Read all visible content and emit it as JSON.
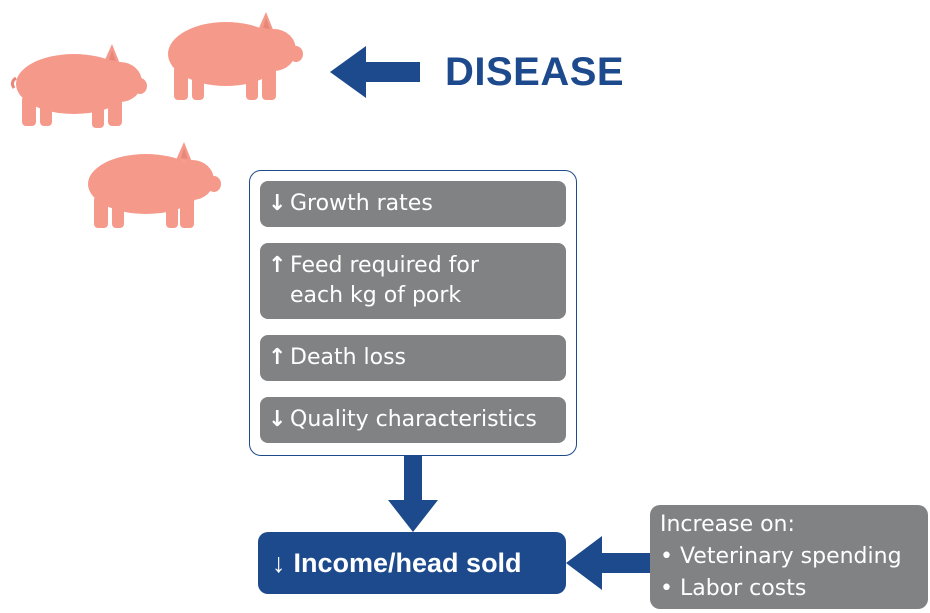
{
  "title": "DISEASE",
  "effects": [
    {
      "arrow": "↓",
      "text": "Growth rates"
    },
    {
      "arrow": "↑",
      "text": "Feed required for\neach kg of pork"
    },
    {
      "arrow": "↑",
      "text": "Death loss"
    },
    {
      "arrow": "↓",
      "text": "Quality characteristics"
    }
  ],
  "result": {
    "arrow": "↓",
    "text": "Income/head sold"
  },
  "costs": {
    "heading": "Increase on:",
    "items": [
      "• Veterinary spending",
      "• Labor costs"
    ]
  },
  "colors": {
    "navy": "#1d4a8c",
    "gray": "#818284",
    "pig": "#f59a8b",
    "pig_dark": "#e7877a"
  }
}
